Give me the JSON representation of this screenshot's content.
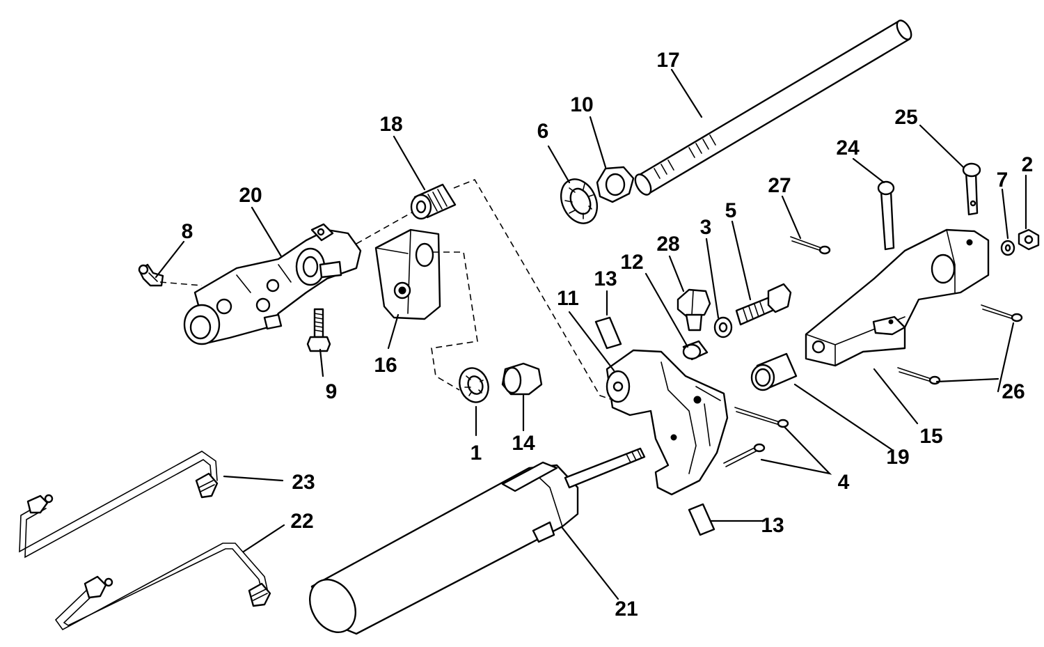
{
  "callouts": [
    {
      "id": "c1",
      "text": "1"
    },
    {
      "id": "c2",
      "text": "2"
    },
    {
      "id": "c3",
      "text": "3"
    },
    {
      "id": "c4",
      "text": "4"
    },
    {
      "id": "c5",
      "text": "5"
    },
    {
      "id": "c6",
      "text": "6"
    },
    {
      "id": "c7",
      "text": "7"
    },
    {
      "id": "c8",
      "text": "8"
    },
    {
      "id": "c9",
      "text": "9"
    },
    {
      "id": "c10",
      "text": "10"
    },
    {
      "id": "c11",
      "text": "11"
    },
    {
      "id": "c12",
      "text": "12"
    },
    {
      "id": "c13a",
      "text": "13"
    },
    {
      "id": "c13b",
      "text": "13"
    },
    {
      "id": "c14",
      "text": "14"
    },
    {
      "id": "c15",
      "text": "15"
    },
    {
      "id": "c16",
      "text": "16"
    },
    {
      "id": "c17",
      "text": "17"
    },
    {
      "id": "c18",
      "text": "18"
    },
    {
      "id": "c19",
      "text": "19"
    },
    {
      "id": "c20",
      "text": "20"
    },
    {
      "id": "c21",
      "text": "21"
    },
    {
      "id": "c22",
      "text": "22"
    },
    {
      "id": "c23",
      "text": "23"
    },
    {
      "id": "c24",
      "text": "24"
    },
    {
      "id": "c25",
      "text": "25"
    },
    {
      "id": "c26",
      "text": "26"
    },
    {
      "id": "c27",
      "text": "27"
    },
    {
      "id": "c28",
      "text": "28"
    }
  ],
  "colors": {
    "line": "#000000",
    "background": "#ffffff"
  }
}
